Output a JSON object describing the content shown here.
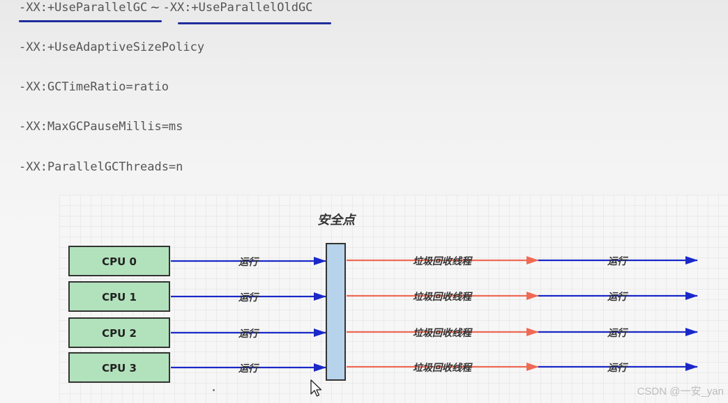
{
  "flags": [
    {
      "text": "-XX:+UseParallelGC"
    },
    {
      "text": "-XX:+UseAdaptiveSizePolicy"
    },
    {
      "text": "-XX:GCTimeRatio=ratio"
    },
    {
      "text": "-XX:MaxGCPauseMillis=ms"
    },
    {
      "text": "-XX:ParallelGCThreads=n"
    }
  ],
  "flag0_tilde": "~",
  "flag0_second": "-XX:+UseParallelOldGC",
  "diagram": {
    "title": "安全点",
    "cpus": [
      "CPU 0",
      "CPU 1",
      "CPU 2",
      "CPU 3"
    ],
    "run_label": "运行",
    "gc_label": "垃圾回收线程",
    "colors": {
      "cpu_fill": "#b2e2bc",
      "cpu_stroke": "#333333",
      "safepoint_fill": "#b7d3eb",
      "run_arrow": "#1a28c8",
      "gc_arrow": "#ee6a55"
    }
  },
  "watermark": "CSDN @一安_yan"
}
